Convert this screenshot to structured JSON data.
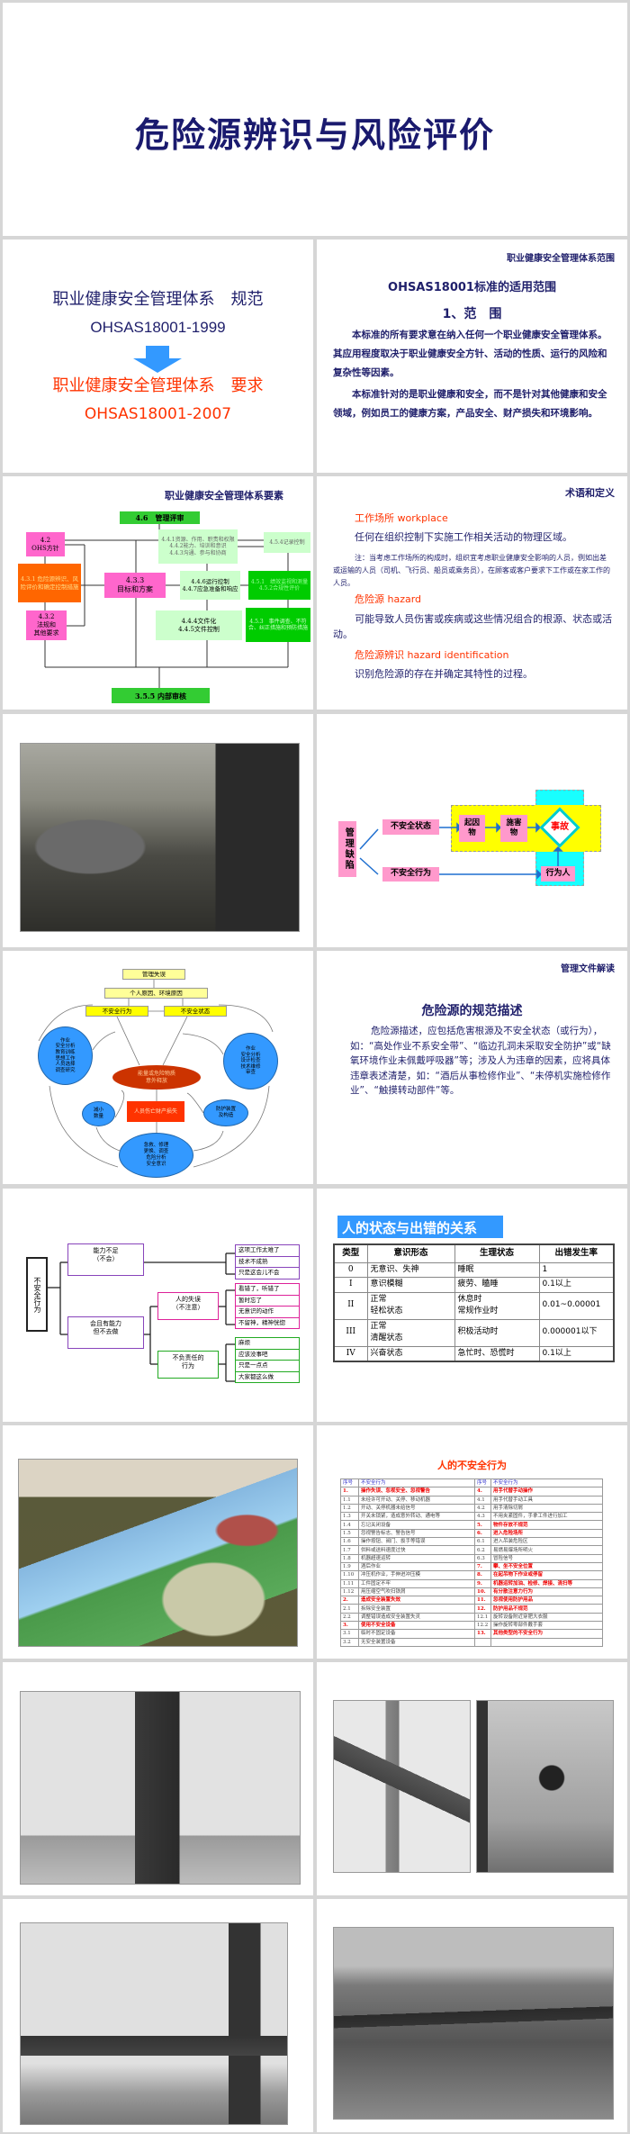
{
  "title_slide": {
    "title": "危险源辨识与风险评价"
  },
  "standard_slide": {
    "line1": "职业健康安全管理体系　规范",
    "line2": "OHSAS18001-1999",
    "line3": "职业健康安全管理体系　要求",
    "line4": "OHSAS18001-2007"
  },
  "scope_slide": {
    "header": "职业健康安全管理体系范围",
    "title": "OHSAS18001标准的适用范围",
    "subtitle": "1、范　围",
    "para1": "本标准的所有要求意在纳入任何一个职业健康安全管理体系。其应用程度取决于职业健康安全方针、活动的性质、运行的风险和复杂性等因素。",
    "para2": "本标准针对的是职业健康和安全，而不是针对其他健康和安全领域，例如员工的健康方案，产品安全、财产损失和环境影响。"
  },
  "elements_slide": {
    "header": "职业健康安全管理体系要素",
    "boxes": {
      "review": "4.6　管理评审",
      "policy": "4.2\nOHS方针",
      "hazard": "4.3.1 危险源辨识、风险评价和确定控制措施",
      "legal": "4.3.2\n法规和\n其他要求",
      "objectives": "4.3.3\n目标和方案",
      "resources": "4.4.1资源、作用、职责和权限\n4.4.2能力、培训和意识\n4.4.3沟通、参与和协商",
      "records": "4.5.4记录控制",
      "operation": "4.4.6运行控制\n4.4.7应急准备和响应",
      "monitoring": "4.5.1　绩效监视和测量\n4.5.2合规性评价",
      "documents": "4.4.4文件化\n4.4.5文件控制",
      "incident": "4.5.3　事件调查、不符合、纠正措施和预防措施",
      "audit": "3.5.5 内部审核"
    }
  },
  "terms_slide": {
    "header": "术语和定义",
    "term1": "工作场所 workplace",
    "def1": "任何在组织控制下实施工作相关活动的物理区域。",
    "note1": "注：当考虑工作场所的构成时，组织宜考虑职业健康安全影响的人员，例如出差或运输的人员（司机、飞行员、船员或乘务员），在顾客或客户要求下工作或在家工作的人员。",
    "term2": "危险源 hazard",
    "def2": "可能导致人员伤害或疾病或这些情况组合的根源、状态或活动。",
    "term3": "危险源辨识 hazard identification",
    "def3": "识别危险源的存在并确定其特性的过程。"
  },
  "accident_chain": {
    "mgmt": "管理缺陷",
    "unsafe_state": "不安全状态",
    "unsafe_act": "不安全行为",
    "cause": "起因物",
    "harm": "施害物",
    "accident": "事故",
    "actor": "行为人"
  },
  "energy_model": {
    "mgmt_error": "管理失误",
    "causes": "个人原因、环境原因",
    "unsafe_act": "不安全行为",
    "unsafe_state": "不安全状态",
    "left_circle": "作业\n安全分析\n教育训练\n思想工作\n人员选择\n调查研究",
    "right_circle": "作业\n安全分析\n设计检查\n技术维修\n审查",
    "release": "能量或危险物质\n意外释放",
    "loss": "人员伤亡财产损失",
    "reduce": "减小\n数量",
    "protect": "防护装置\n及构造",
    "rescue": "急救、修理\n更换、调查\n危险分析\n安全意识"
  },
  "description_slide": {
    "header": "管理文件解读",
    "title": "危险源的规范描述",
    "body": "危险源描述，应包括危害根源及不安全状态（或行为），如：“高处作业不系安全带”、“临边孔洞未采取安全防护”或“缺氧环境作业未佩戴呼吸器”等；涉及人为违章的因素，应将具体违章表述清楚，如：“酒后从事检修作业”、“未停机实施检修作业”、“触摸转动部件”等。"
  },
  "unsafe_tree": {
    "root": "不安全行为",
    "cannot": "能力不足\n（不会）",
    "will_not": "会且有能力\n但不去做",
    "mistake": "人的失误\n（不注意）",
    "irresponsible": "不负责任的\n行为",
    "cannot_leaves": [
      "这项工作太难了",
      "技术不成熟",
      "只是这会儿不会"
    ],
    "mistake_leaves": [
      "看错了，听错了",
      "暂时忘了",
      "无意识的动作",
      "不留神，精神恍惚"
    ],
    "irresponsible_leaves": [
      "麻烦",
      "应该没事吧",
      "只是一点点",
      "大家都这么做"
    ]
  },
  "state_table": {
    "title": "人的状态与出错的关系",
    "headers": [
      "类型",
      "意识形态",
      "生理状态",
      "出错发生率"
    ],
    "rows": [
      [
        "0",
        "无意识、失神",
        "睡眠",
        "1"
      ],
      [
        "I",
        "意识模糊",
        "疲劳、瞌睡",
        "0.1以上"
      ],
      [
        "II",
        "正常\n轻松状态",
        "休息时\n常规作业时",
        "0.01~0.00001"
      ],
      [
        "III",
        "正常\n清醒状态",
        "积极活动时",
        "0.000001以下"
      ],
      [
        "IV",
        "兴奋状态",
        "急忙时、恐慌时",
        "0.1以上"
      ]
    ]
  },
  "unsafe_acts": {
    "title": "人的不安全行为",
    "headers": [
      "序号",
      "不安全行为",
      "序号",
      "不安全行为"
    ],
    "left": [
      [
        "1.",
        "操作失误、忽视安全、忽视警告",
        true
      ],
      [
        "1.1",
        "未经许可开动、关停、移动机器",
        false
      ],
      [
        "1.2",
        "开动、关停机器未给信号",
        false
      ],
      [
        "1.3",
        "开关未锁紧，造成意外转动、通电等",
        false
      ],
      [
        "1.4",
        "忘记关闭设备",
        false
      ],
      [
        "1.5",
        "忽视警告标志、警告信号",
        false
      ],
      [
        "1.6",
        "操作按钮、阀门、扳手等错误",
        false
      ],
      [
        "1.7",
        "供料或送料速度过快",
        false
      ],
      [
        "1.8",
        "机器超速运转",
        false
      ],
      [
        "1.9",
        "酒后作业",
        false
      ],
      [
        "1.10",
        "冲压机作业，手伸进冲压模",
        false
      ],
      [
        "1.11",
        "工件固定不牢",
        false
      ],
      [
        "1.12",
        "用压缩空气吹扫铁屑",
        false
      ],
      [
        "2.",
        "造成安全装置失效",
        true
      ],
      [
        "2.1",
        "拆除安全装置",
        false
      ],
      [
        "2.2",
        "调整错误造成安全装置失灵",
        false
      ],
      [
        "3.",
        "使用不安全设备",
        true
      ],
      [
        "3.1",
        "临时不固定设备",
        false
      ],
      [
        "3.2",
        "无安全装置设备",
        false
      ]
    ],
    "right": [
      [
        "4.",
        "用手代替手动操作",
        true
      ],
      [
        "4.1",
        "用手代替手动工具",
        false
      ],
      [
        "4.2",
        "用手清除切屑",
        false
      ],
      [
        "4.3",
        "不用夹紧固件，手拿工件进行加工",
        false
      ],
      [
        "5.",
        "物件存放不规范",
        true
      ],
      [
        "6.",
        "进入危险场所",
        true
      ],
      [
        "6.1",
        "进入吊装危险区",
        false
      ],
      [
        "6.2",
        "易燃易爆场所明火",
        false
      ],
      [
        "6.3",
        "冒险信号",
        false
      ],
      [
        "7.",
        "攀、坐不安全位置",
        true
      ],
      [
        "8.",
        "在起吊物下作业或停留",
        true
      ],
      [
        "9.",
        "机器运转加油、检修、焊接、清扫等",
        true
      ],
      [
        "10.",
        "有分散注意力行为",
        true
      ],
      [
        "11.",
        "忽视使用防护用品",
        true
      ],
      [
        "12.",
        "防护用品不规范",
        true
      ],
      [
        "12.1",
        "旋转设备附近穿肥大衣服",
        false
      ],
      [
        "12.2",
        "操作旋转零部件戴手套",
        false
      ],
      [
        "13.",
        "其他类型的不安全行为",
        true
      ],
      [
        "",
        "",
        false
      ]
    ]
  },
  "colors": {
    "navy": "#1f1f6b",
    "red": "#ff3300",
    "blue": "#3399ff",
    "pink": "#ff66cc",
    "green": "#33cc33",
    "light_green": "#ccffcc",
    "orange": "#ff6600",
    "yellow": "#ffff00",
    "cyan": "#00ffff"
  }
}
